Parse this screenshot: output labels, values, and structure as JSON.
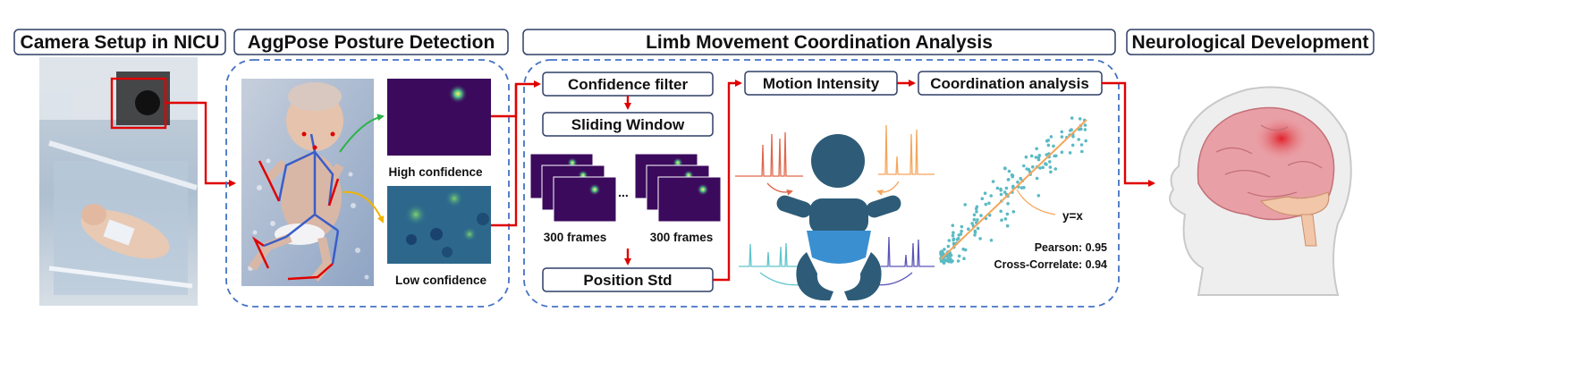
{
  "headers": {
    "camera": "Camera Setup in NICU",
    "aggpose": "AggPose Posture Detection",
    "limb": "Limb Movement Coordination Analysis",
    "neuro": "Neurological Development"
  },
  "aggpose": {
    "high_label": "High confidence",
    "low_label": "Low confidence"
  },
  "pipeline": {
    "confidence_filter": "Confidence filter",
    "sliding_window": "Sliding Window",
    "frames_label_1": "300 frames",
    "frames_label_2": "300 frames",
    "ellipsis": "...",
    "position_std": "Position Std",
    "motion_intensity": "Motion Intensity",
    "coordination_analysis": "Coordination analysis"
  },
  "scatter": {
    "line_label": "y=x",
    "pearson": "Pearson: 0.95",
    "cross_correlate": "Cross-Correlate: 0.94"
  },
  "colors": {
    "arrow": "#e00000",
    "dashed_border": "#4472c4",
    "heatmap_bg": "#3b0a5c",
    "baby_body": "#2e5c78",
    "baby_diaper": "#3a8fd0",
    "trace_red": "#e0664a",
    "trace_orange": "#f5a55a",
    "trace_teal": "#5fc4cc",
    "trace_purple": "#5a55b8",
    "scatter_points": "#5bbac4",
    "fit_line": "#f5a55a"
  }
}
